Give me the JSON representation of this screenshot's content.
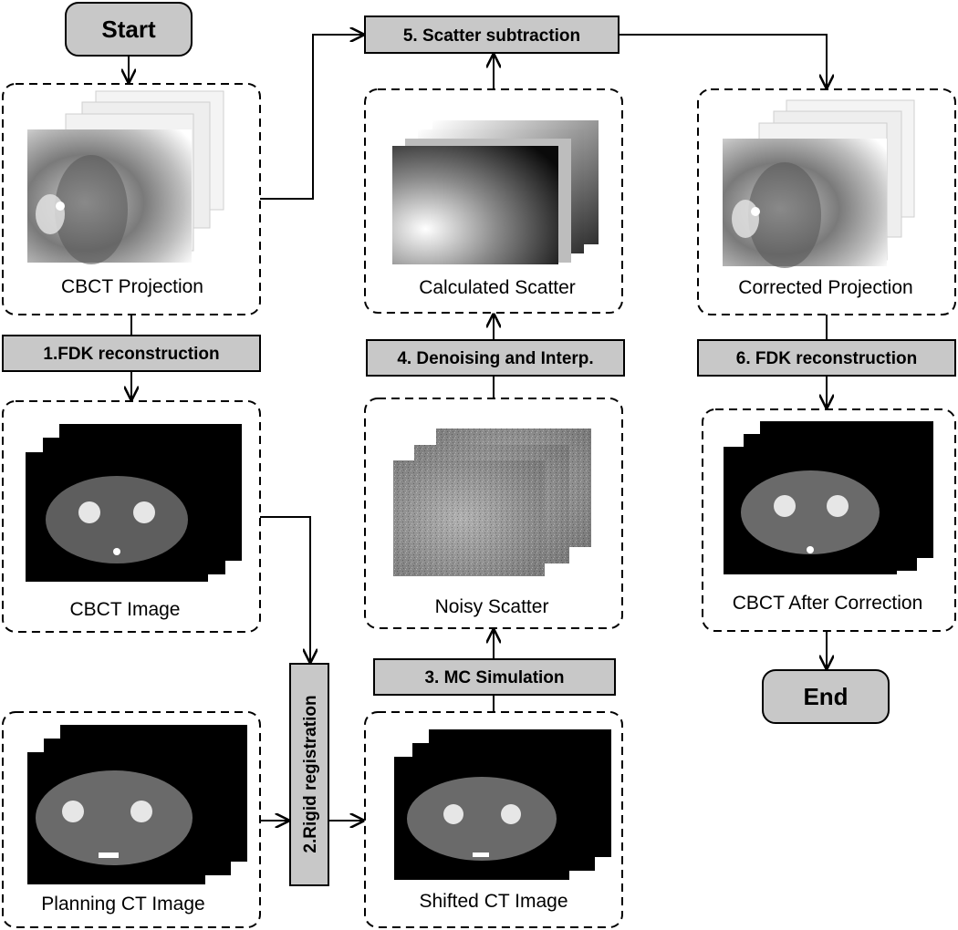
{
  "terminals": {
    "start": "Start",
    "end": "End"
  },
  "steps": {
    "s1": "1.FDK reconstruction",
    "s2": "2.Rigid registration",
    "s3": "3. MC Simulation",
    "s4": "4. Denoising and Interp.",
    "s5": "5. Scatter subtraction",
    "s6": "6. FDK reconstruction"
  },
  "panels": {
    "cbct_projection": "CBCT Projection",
    "cbct_image": "CBCT Image",
    "planning_ct": "Planning  CT Image",
    "shifted_ct": "Shifted CT Image",
    "noisy_scatter": "Noisy Scatter",
    "calculated_scatter": "Calculated Scatter",
    "corrected_projection": "Corrected Projection",
    "cbct_after_correction": "CBCT After Correction"
  },
  "colors": {
    "box_fill": "#c8c8c8",
    "image_background": "#000000"
  }
}
